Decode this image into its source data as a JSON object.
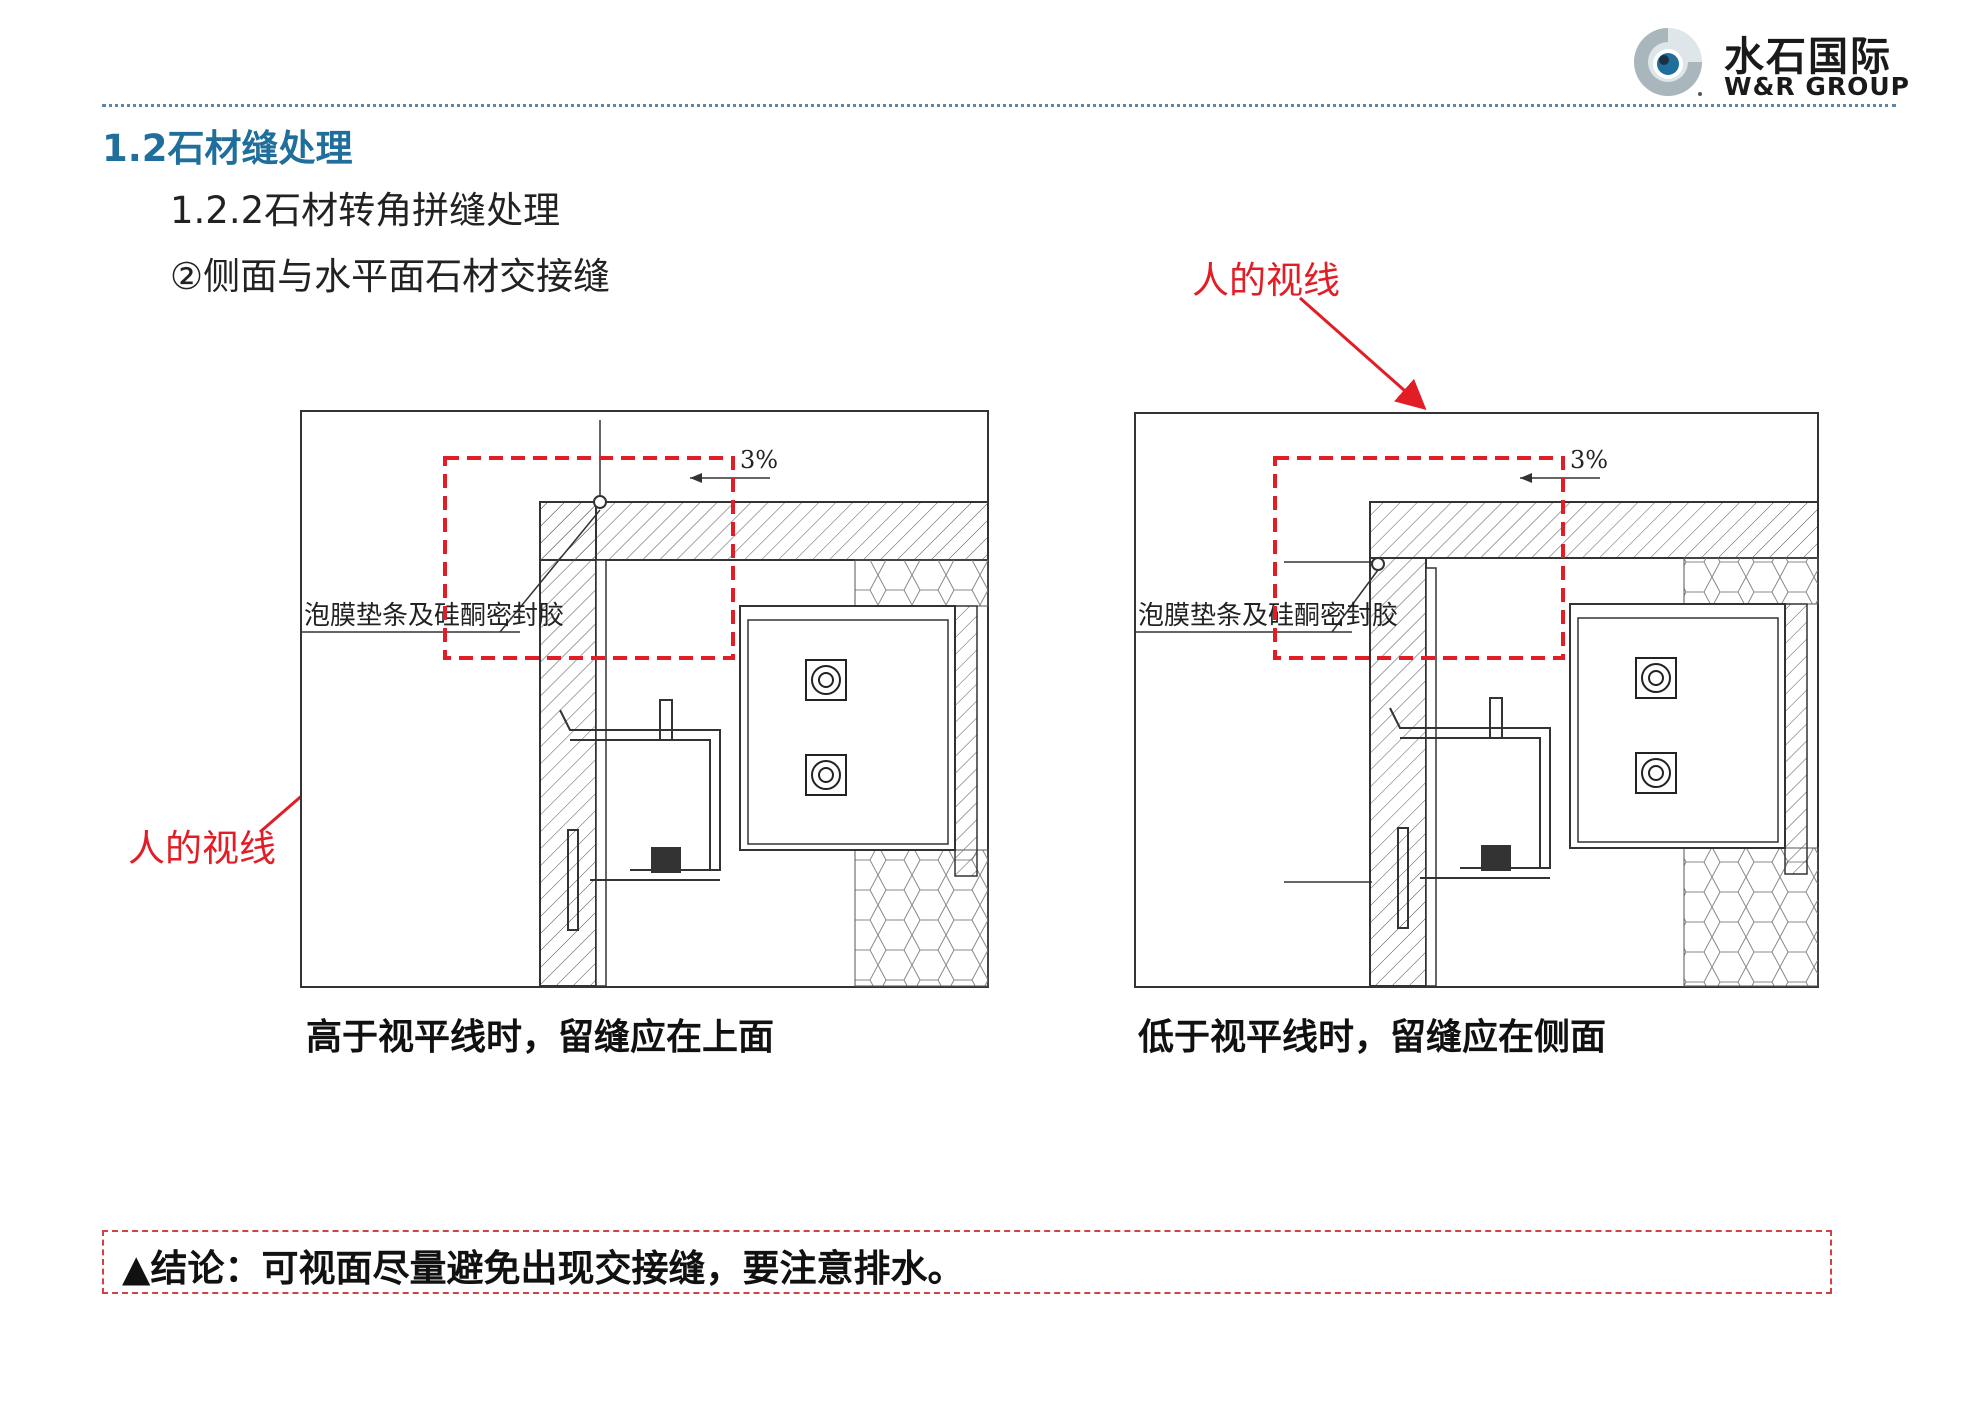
{
  "brand": {
    "name_cn": "水石国际",
    "name_en": "W&R GROUP",
    "accent_color": "#1f6e9c",
    "warning_color": "#e21d26"
  },
  "section_title": "1.2石材缝处理",
  "sub_title": "1.2.2石材转角拼缝处理",
  "item_title": "②侧面与水平面石材交接缝",
  "figures": [
    {
      "sight_label": "人的视线",
      "slope_label": "3%",
      "note_label": "泡膜垫条及硅酮密封胶",
      "caption": "高于视平线时，留缝应在上面"
    },
    {
      "sight_label": "人的视线",
      "slope_label": "3%",
      "note_label": "泡膜垫条及硅酮密封胶",
      "caption": "低于视平线时，留缝应在侧面"
    }
  ],
  "conclusion": "▲结论：可视面尽量避免出现交接缝，要注意排水。"
}
